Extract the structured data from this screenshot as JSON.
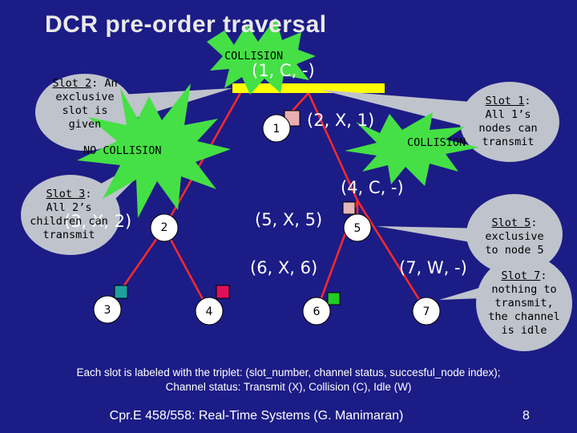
{
  "slide": {
    "title": "DCR pre-order traversal",
    "footer": {
      "note_line1": "Each slot is labeled with the triplet: (slot_number, channel status, succesful_node index);",
      "note_line2": "Channel status: Transmit (X), Collision (C), Idle (W)",
      "course": "Cpr.E 458/558: Real-Time Systems (G. Manimaran)",
      "page": "8"
    }
  },
  "tree": {
    "triplets": {
      "t1": "(1, C, -)",
      "t2": "(2, X, 1)",
      "t3": "(3, X, 2)",
      "t4": "(4, C, -)",
      "t5": "(5, X, 5)",
      "t6": "(6, X, 6)",
      "t7": "(7, W, -)"
    },
    "node_labels": {
      "n1": "1",
      "n2": "2",
      "n3": "3",
      "n4": "4",
      "n5": "5",
      "n6": "6",
      "n7": "7"
    },
    "marker_colors": {
      "root": "#ffff00",
      "node1": "#e8b0b0",
      "node3": "#1ea0a0",
      "node4": "#e0105a",
      "node5": "#e2b8b8",
      "node6": "#22cc22"
    },
    "line_color": "#ff2a2a"
  },
  "callouts": {
    "slot2": {
      "label": "Slot 2",
      "line1": ": An",
      "line2": "exclusive",
      "line3": "slot is",
      "line4": "given"
    },
    "slot1": {
      "label": "Slot 1",
      "line1": ":",
      "line2": "All 1’s",
      "line3": "nodes can",
      "line4": "transmit"
    },
    "slot3": {
      "label": "Slot 3",
      "line1": ":",
      "line2": "All 2’s",
      "line3": "children can",
      "line4": "transmit"
    },
    "slot5": {
      "label": "Slot 5",
      "line1": ":",
      "line2": "exclusive",
      "line3": "to node 5"
    },
    "slot7": {
      "label": "Slot 7",
      "line1": ":",
      "line2": "nothing to",
      "line3": "transmit,",
      "line4": "the channel",
      "line5": "is idle"
    }
  },
  "bursts": {
    "top": "COLLISION",
    "left": "NO COLLISION",
    "right": "COLLISION"
  }
}
